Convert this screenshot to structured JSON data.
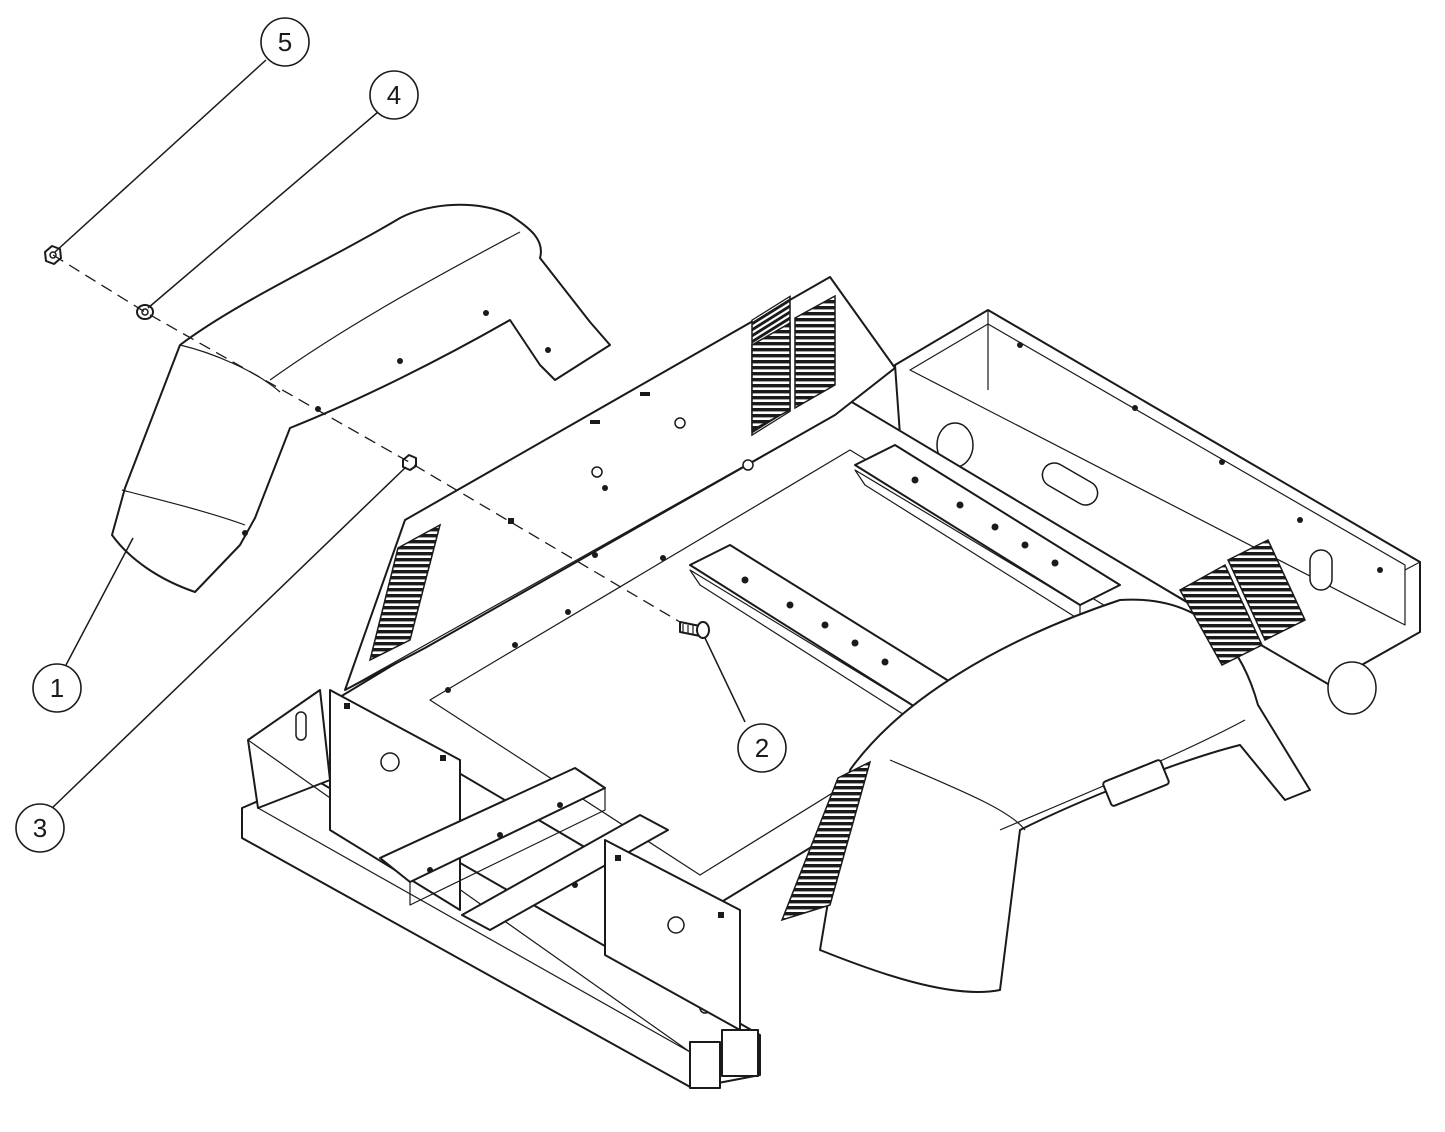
{
  "callouts": [
    {
      "id": "callout-1",
      "label": "1"
    },
    {
      "id": "callout-2",
      "label": "2"
    },
    {
      "id": "callout-3",
      "label": "3"
    },
    {
      "id": "callout-4",
      "label": "4"
    },
    {
      "id": "callout-5",
      "label": "5"
    }
  ],
  "colors": {
    "line": "#1a1a1a",
    "background": "#ffffff"
  }
}
